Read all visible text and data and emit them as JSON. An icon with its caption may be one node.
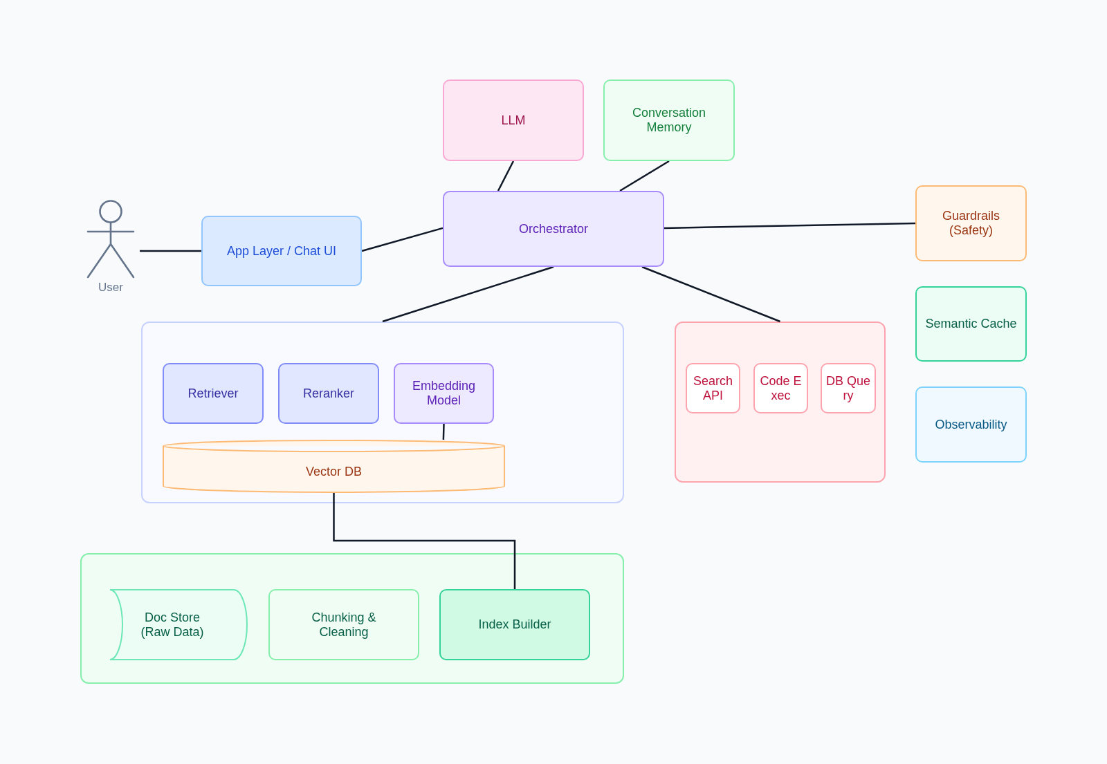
{
  "diagram": {
    "nodes": [
      {
        "text": [
          "LLM"
        ]
      },
      {
        "text": [
          "Conversation Memory"
        ]
      },
      {
        "text": [
          "Guardrails (Safety)"
        ]
      },
      {
        "text": [
          "User"
        ]
      },
      {
        "text": [
          "App Layer / Chat UI"
        ]
      },
      {
        "text": [
          "Orchestrator"
        ]
      },
      {
        "text": [
          "Semantic Cache"
        ]
      },
      {
        "text": [],
        "shape": "box"
      },
      {
        "text": [
          "Retriever"
        ],
        "in": 7
      },
      {
        "text": [
          "Reranker"
        ],
        "in": 7
      },
      {
        "text": [
          "Embedding Model"
        ],
        "in": 7
      },
      {
        "text": [
          "Vector DB"
        ],
        "in": 7
      },
      {
        "text": [],
        "shape": "box"
      },
      {
        "text": [
          "Search API"
        ],
        "in": 12
      },
      {
        "text": [
          "Code Exec"
        ],
        "in": 12
      },
      {
        "text": [
          "DB Query"
        ],
        "in": 12
      },
      {
        "text": [
          "Observability"
        ]
      },
      {
        "text": [],
        "shape": "box"
      },
      {
        "text": [
          "Doc Store (Raw Data)"
        ],
        "in": 17
      },
      {
        "text": [
          "Chunking & Cleaning"
        ],
        "in": 17
      },
      {
        "text": [
          "Index Builder"
        ],
        "in": 17
      }
    ],
    "edges": [
      {
        "from": 3,
        "to": 4,
        "arrow": "none"
      },
      {
        "from": 4,
        "to": 5,
        "arrow": "none"
      },
      {
        "from": 0,
        "to": 5,
        "arrow": "none"
      },
      {
        "from": 1,
        "to": 5,
        "arrow": "none"
      },
      {
        "from": 5,
        "to": 2,
        "arrow": "none"
      },
      {
        "from": 5,
        "to": 7,
        "arrow": "none"
      },
      {
        "from": 5,
        "to": 12,
        "arrow": "none"
      },
      {
        "from": 10,
        "to": 11,
        "arrow": "none"
      },
      {
        "from": 11,
        "to": 20,
        "arrow": "none"
      }
    ]
  }
}
